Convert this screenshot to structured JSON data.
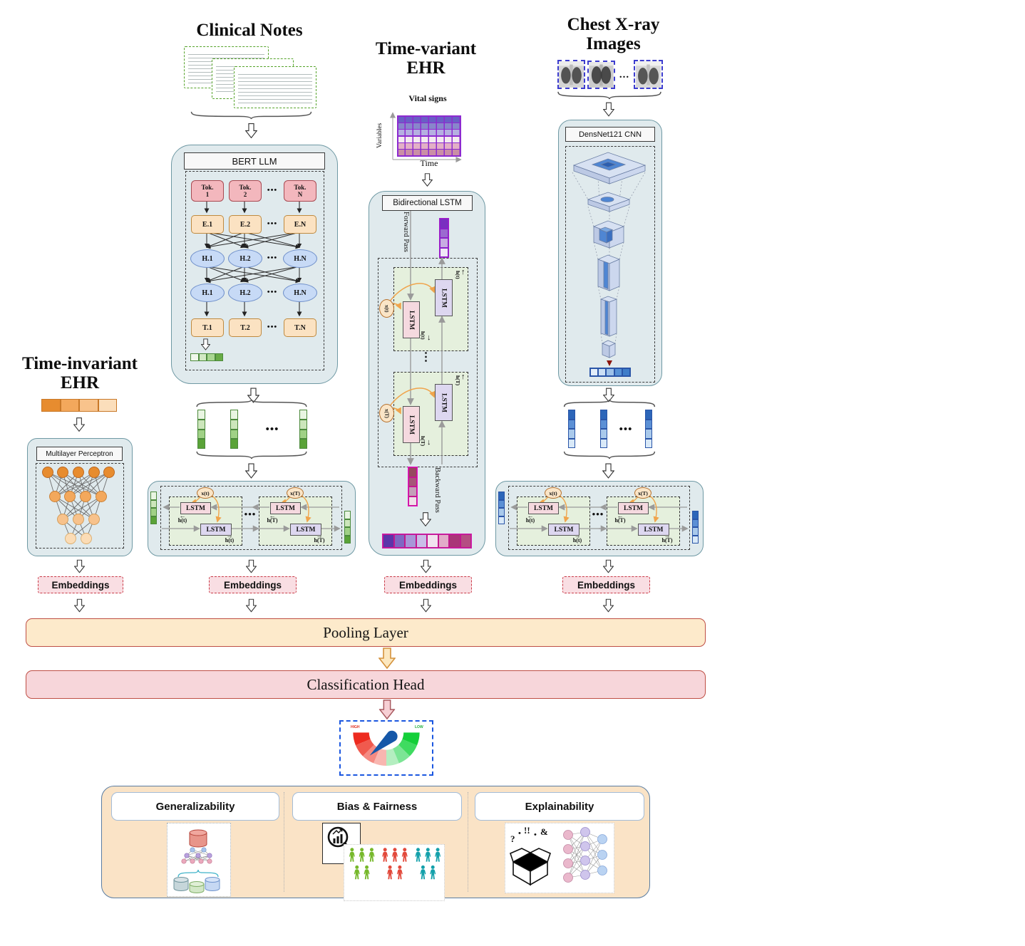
{
  "clinical": {
    "title": "Clinical Notes"
  },
  "bert": {
    "title": "BERT LLM",
    "tok": [
      [
        "Tok.",
        "1"
      ],
      [
        "Tok.",
        "2"
      ],
      [
        "Tok.",
        "N"
      ]
    ],
    "e": [
      "E.1",
      "E.2",
      "E.N"
    ],
    "h1": [
      "H.1",
      "H.2",
      "H.N"
    ],
    "h2": [
      "H.1",
      "H.2",
      "H.N"
    ],
    "t": [
      "T.1",
      "T.2",
      "T.N"
    ],
    "dots": "•••"
  },
  "time_variant": {
    "title": [
      "Time-variant",
      "EHR"
    ],
    "vital_label": "Vital signs",
    "y_axis": "Variables",
    "x_axis": "Time",
    "bilstm_title": "Bidirectional LSTM",
    "forward": "Forward Pass",
    "backward": "Backward Pass",
    "lstm": "LSTM",
    "xt": "x(t)",
    "xT": "x(T)",
    "ht": "h(t)",
    "hT": "h(T)",
    "up": "↑",
    "down": "↓",
    "vdots": "⋮"
  },
  "xray": {
    "title": [
      "Chest X-ray",
      "Images"
    ],
    "dots": "...",
    "cnn_title": "DensNet121 CNN"
  },
  "time_invariant": {
    "title": [
      "Time-invariant",
      "EHR"
    ],
    "mlp_title": "Multilayer Perceptron"
  },
  "block": {
    "lstm": "LSTM",
    "xt": "x(t)",
    "xT": "x(T)",
    "ht": "h(t)",
    "hT": "h(T)",
    "dots": "•••",
    "left_arrow": "←",
    "right_arrow": "→"
  },
  "embeddings_label": "Embeddings",
  "pooling_label": "Pooling Layer",
  "classification_label": "Classification Head",
  "gauge": {
    "left": "HIGH",
    "right": "LOW"
  },
  "panels": {
    "p1": "Generalizability",
    "p2": "Bias & Fairness",
    "p3": "Explainability"
  },
  "explain_symbols": {
    "q": "?",
    "bang": "!!",
    "amp": "&",
    "d1": "•",
    "d2": "•"
  },
  "colors": {
    "green_vstrip": [
      "#e9f5e2",
      "#cce6bb",
      "#a0d186",
      "#5aa338"
    ],
    "green_mini": [
      "#f0f8ec",
      "#d2e9c4",
      "#a9d691",
      "#68ab46"
    ],
    "orange_strip": [
      "#e78c2f",
      "#f3a85c",
      "#f8c38c",
      "#fbdebb"
    ],
    "heat_rows": [
      "#6a5ec5",
      "#8886cb",
      "#b5afe1",
      "#f4ebf0",
      "#e3b0c6",
      "#ca8ea6"
    ],
    "purple_vstrip": [
      "#7a2fc0",
      "#9b6ad0",
      "#c7ade2",
      "#efe7f6"
    ],
    "magenta_vstrip": [
      "#96485f",
      "#a65578",
      "#c49fb8",
      "#f0e1ea"
    ],
    "h_strip": [
      "#5c35a9",
      "#8068c3",
      "#a896d8",
      "#cabde8",
      "#f1e3ef",
      "#e2abc9",
      "#a93577",
      "#b54e83"
    ],
    "blue_vstrip": [
      "#2d66b9",
      "#5c90d5",
      "#a9c9eb",
      "#d9e9f8"
    ],
    "cnn_strip": [
      "#e3eefa",
      "#cbdff5",
      "#9dc1e9",
      "#5691d6",
      "#3f7dc9"
    ],
    "gauge_segments": [
      "#ed2b1f",
      "#f05a4e",
      "#f48a82",
      "#f8b6b0",
      "#b4eec0",
      "#7ce595",
      "#3fdb60",
      "#14cf39"
    ],
    "gauge_needle": "#1557a8",
    "people_green": "#76b82a",
    "people_red": "#e2493b",
    "people_teal": "#13a0aa"
  }
}
